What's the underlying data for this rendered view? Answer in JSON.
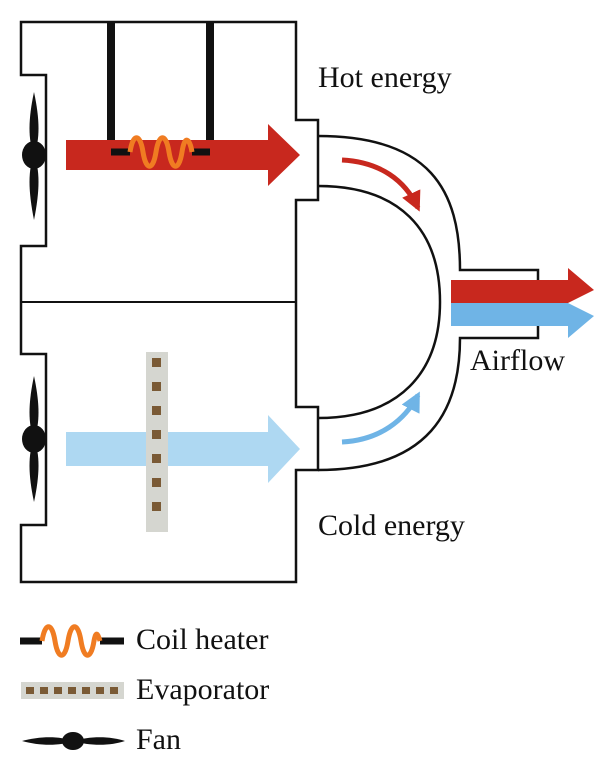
{
  "labels": {
    "hot_energy": "Hot energy",
    "cold_energy": "Cold energy",
    "airflow": "Airflow"
  },
  "legend": {
    "coil_heater": "Coil heater",
    "evaporator": "Evaporator",
    "fan": "Fan"
  },
  "colors": {
    "hot_arrow": "#c8281e",
    "cold_arrow": "#aed8f2",
    "cold_arrow_small": "#6fb4e6",
    "coil": "#f07c22",
    "evaporator_fill": "#d5d6d0",
    "evaporator_dash": "#7a5a35",
    "outline": "#111111"
  }
}
